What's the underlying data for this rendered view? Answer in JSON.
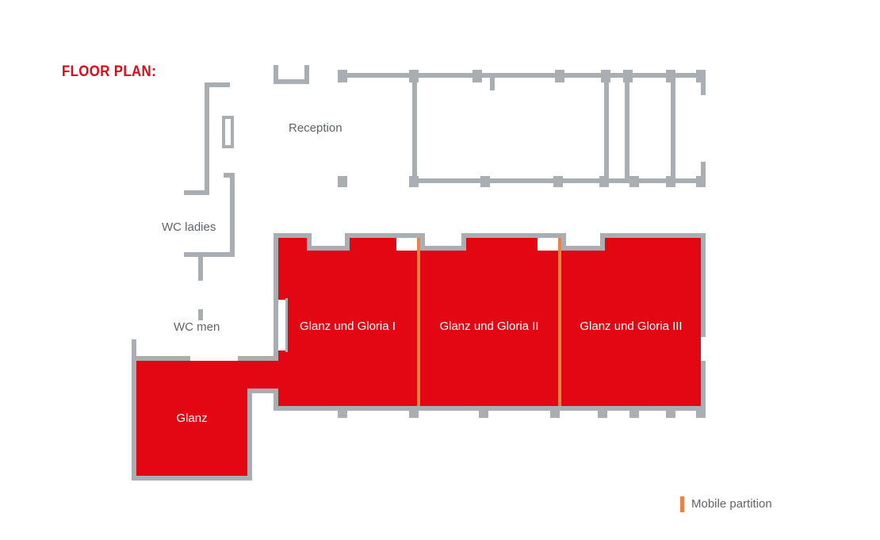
{
  "title": "FLOOR PLAN:",
  "labels": {
    "reception": "Reception",
    "wc_ladies": "WC ladies",
    "wc_men": "WC men"
  },
  "rooms": [
    {
      "name": "Glanz und Gloria I"
    },
    {
      "name": "Glanz und Gloria II"
    },
    {
      "name": "Glanz und Gloria III"
    },
    {
      "name": "Glanz"
    }
  ],
  "legend": {
    "partition_label": "Mobile partition"
  },
  "colors": {
    "room_red": "#e30613",
    "wall_gray": "#a9aeb2",
    "partition_orange": "#ef8043",
    "label_gray": "#5f646a",
    "room_label_white": "#ffffff",
    "title_red": "#e30613",
    "background": "#ffffff"
  }
}
